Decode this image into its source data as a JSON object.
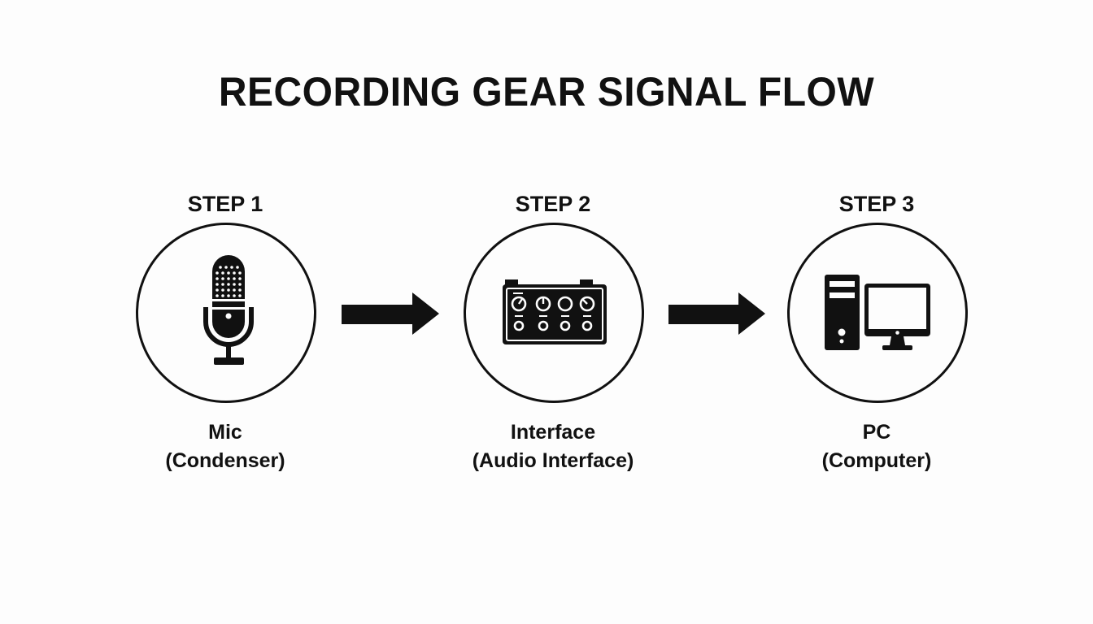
{
  "title": "RECORDING GEAR SIGNAL FLOW",
  "colors": {
    "background": "#fdfdfd",
    "ink": "#111111"
  },
  "steps": [
    {
      "label": "STEP 1",
      "icon": "microphone-icon",
      "name": "Mic",
      "detail": "(Condenser)"
    },
    {
      "label": "STEP 2",
      "icon": "audio-interface-icon",
      "name": "Interface",
      "detail": "(Audio Interface)"
    },
    {
      "label": "STEP 3",
      "icon": "computer-icon",
      "name": "PC",
      "detail": "(Computer)"
    }
  ],
  "connectors": [
    {
      "from": "STEP 1",
      "to": "STEP 2",
      "icon": "arrow-right-icon"
    },
    {
      "from": "STEP 2",
      "to": "STEP 3",
      "icon": "arrow-right-icon"
    }
  ]
}
